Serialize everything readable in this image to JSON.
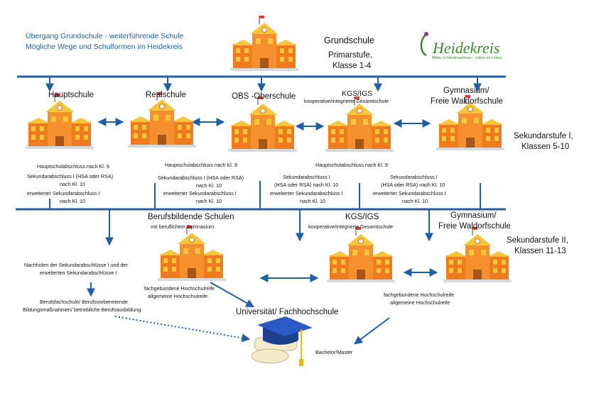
{
  "header": {
    "line1": "Übergang Grundschule - weiterführende Schule",
    "line2": "Mögliche Wege und Schulformen im Heidekreis"
  },
  "logo": {
    "name": "Heidekreis",
    "tagline": "Mitten in Niedersachsen – mitten im Leben."
  },
  "grundschule": {
    "title": "Grundschule",
    "line1": "Primarstufe,",
    "line2": "Klasse 1-4"
  },
  "sek1": {
    "label_line1": "Sekundarstufe I,",
    "label_line2": "Klassen 5-10",
    "schools": {
      "hauptschule": "Hauptschule",
      "realschule": "Realschule",
      "obs": "OBS -Oberschule",
      "kgs_line1": "KGS/IGS",
      "kgs_line2": "kooperative/integrierte Gesamtschule",
      "gym_line1": "Gymnasium/",
      "gym_line2": "Freie Waldorfschule"
    },
    "notes": {
      "haupt_1": "Hauptschulabschluss nach Kl. 9",
      "haupt_2": "Sekundarabschluss I (HSA oder RSA)",
      "haupt_3": "nach Kl. 10",
      "haupt_4": "erweiterter Sekundarabschluss I",
      "haupt_5": "nach Kl. 10",
      "obs_1": "Hauptschulabschluss nach Kl. 9",
      "obs_2": "Sekundarabschluss I (HSA oder RSA)",
      "obs_3": "nach Kl. 10",
      "obs_4": "erweiterter Sekundarabschluss I",
      "obs_5": "nach Kl. 10",
      "kgs_top": "Hauptschulabschluss nach Kl. 9",
      "kgs_1": "Sekundarabschluss I",
      "kgs_2": "(HSA oder RSA) nach Kl. 10",
      "kgs_3": "erweiterter Sekundarabschluss I",
      "kgs_4": "nach Kl. 10",
      "gym_1": "Sekundarabschluss I",
      "gym_2": "(HSA oder RSA) nach Kl. 10",
      "gym_3": "erweiterter Sekundarabschluss I",
      "gym_4": "nach Kl. 10"
    }
  },
  "sek2": {
    "label_line1": "Sekundarstufe II,",
    "label_line2": "Klassen 11-13",
    "bbs_line1": "Berufsbildende Schulen",
    "bbs_line2": "mit beruflichem Gymnasium",
    "kgs_line1": "KGS/IGS",
    "kgs_line2": "kooperative/integrierte Gesamtschule",
    "gym_line1": "Gymnasium/",
    "gym_line2": "Freie Waldorfschule",
    "nachholen_1": "Nachholen der Sekundarabschlüsse I und der",
    "nachholen_2": "erweiterten Sekundarabschlüsse I",
    "bbs_abschluss_1": "fachgebundene Hochschulreife",
    "bbs_abschluss_2": "allgemeine Hochschulreife",
    "beruf_1": "Berufsfachschule/ Berufsvorbereitende",
    "beruf_2": "Bildungsmaßnahmen/ betriebliche Berufsausbildung",
    "kgs_abschluss_1": "fachgebundene Hochschulreife",
    "kgs_abschluss_2": "allgemeine Hochschulreife",
    "uni": "Universität/ Fachhochschule",
    "bachelor": "Bachelor/Master"
  },
  "colors": {
    "line_blue": "#1f5fa8",
    "title_blue": "#1f6fb5",
    "building_orange": "#f07a1e",
    "roof_yellow": "#f6c63a",
    "tree_green": "#5db63b",
    "logo_green": "#3a8a2a"
  }
}
